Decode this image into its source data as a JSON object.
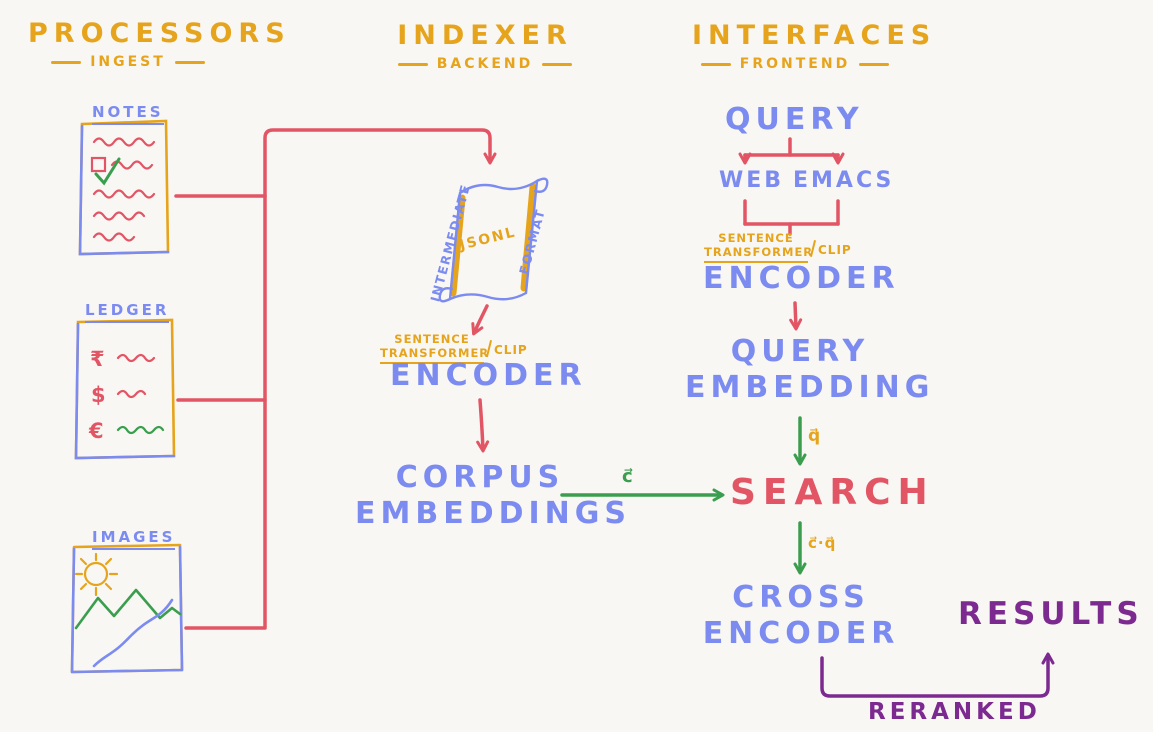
{
  "columns": {
    "processors": {
      "title": "PROCESSORS",
      "subtitle": "INGEST"
    },
    "indexer": {
      "title": "INDEXER",
      "subtitle": "BACKEND"
    },
    "interfaces": {
      "title": "INTERFACES",
      "subtitle": "FRONTEND"
    }
  },
  "processors": {
    "notes": {
      "label": "NOTES"
    },
    "ledger": {
      "label": "LEDGER",
      "symbols": [
        "₹",
        "$",
        "€"
      ]
    },
    "images": {
      "label": "IMAGES"
    }
  },
  "indexer": {
    "scroll": {
      "left": "INTERMEDIATE",
      "center": "JSONL",
      "right": "FORMAT"
    },
    "model": {
      "line1": "SENTENCE",
      "line2": "TRANSFORMER",
      "tag": "CLIP"
    },
    "encoder": "ENCODER",
    "corpus": {
      "line1": "CORPUS",
      "line2": "EMBEDDINGS"
    },
    "vector": "c⃗"
  },
  "interfaces": {
    "query": "QUERY",
    "clients": {
      "web": "WEB",
      "emacs": "EMACS"
    },
    "model": {
      "line1": "SENTENCE",
      "line2": "TRANSFORMER",
      "tag": "CLIP"
    },
    "encoder": "ENCODER",
    "query_embedding": {
      "line1": "QUERY",
      "line2": "EMBEDDING"
    },
    "vector": "q⃗",
    "search": "SEARCH",
    "dot_product": "c⃗·q⃗",
    "cross_encoder": {
      "line1": "CROSS",
      "line2": "ENCODER"
    },
    "results": "RESULTS",
    "reranked": "RERANKED"
  },
  "colors": {
    "yellow": "#e6a41c",
    "blue": "#7b8bf0",
    "red": "#e25565",
    "green": "#3a9e4e",
    "purple": "#7c2a8f",
    "background": "#f8f7f4"
  }
}
